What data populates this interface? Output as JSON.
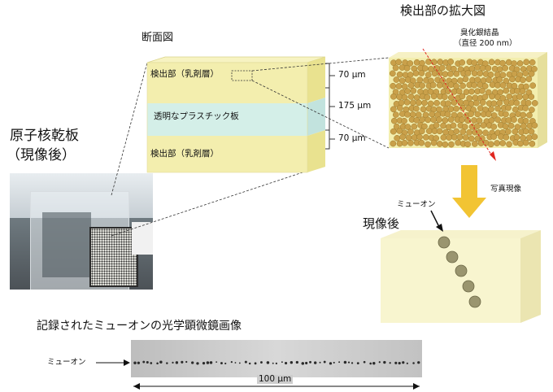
{
  "cross_section": {
    "title": "断面図",
    "top_layer_label": "検出部（乳剤層）",
    "middle_layer_label": "透明なプラスチック板",
    "bottom_layer_label": "検出部（乳剤層）",
    "top_thickness": "70 μm",
    "middle_thickness": "175 μm",
    "bottom_thickness": "70 μm"
  },
  "photo": {
    "title_line1": "原子核乾板",
    "title_line2": "（現像後）"
  },
  "magnified": {
    "title": "検出部の拡大図",
    "crystal_label_line1": "臭化銀結晶",
    "crystal_label_line2": "（直径 200 nm）"
  },
  "process": {
    "arrow_label": "写真現像"
  },
  "developed": {
    "title": "現像後",
    "muon_label": "ミューオン"
  },
  "micrograph": {
    "title": "記録されたミューオンの光学顕微鏡画像",
    "muon_label": "ミューオン",
    "scale_label": "100 μm"
  },
  "colors": {
    "emulsion": "#f3eeae",
    "plastic": "#d4efe8",
    "grain": "#c9a04a",
    "arrow": "#f2c433"
  }
}
